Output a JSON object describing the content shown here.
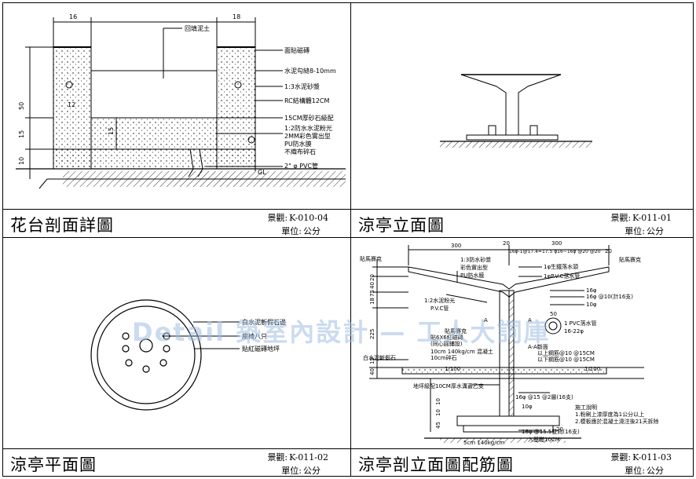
{
  "panels": [
    {
      "title": "花台剖面詳圖",
      "code_label": "景觀:",
      "code": "K-010-04",
      "unit_label": "單位:",
      "unit": "公分",
      "labels": {
        "top_left_dim": "16",
        "top_right_dim": "18",
        "soil": "回填泥土",
        "tile": "面貼磁磚",
        "cement_joint": "水泥勾縫8-10mm",
        "mortar": "1:3水泥砂漿",
        "rc": "RC結構體12CM",
        "gravel": "15CM厚砂石級配",
        "waterproof_1": "1:2防水水泥粉光",
        "waterproof_2": "2MM彩色實出型",
        "waterproof_3": "PU防水膜",
        "waterproof_4": "不織布碎石",
        "pvc": "2\" φ PVC管",
        "gl": "GL",
        "dim_50": "50",
        "dim_15a": "15",
        "dim_10": "10",
        "dim_12": "12",
        "dim_15b": "15"
      }
    },
    {
      "title": "涼亭立面圖",
      "code_label": "景觀:",
      "code": "K-011-01",
      "unit_label": "單位:",
      "unit": "公分"
    },
    {
      "title": "涼亭平面圖",
      "code_label": "景觀:",
      "code": "K-011-02",
      "unit_label": "單位:",
      "unit": "公分",
      "labels": {
        "stone_edge": "白水泥斬假石邊",
        "seats": "座椅八只",
        "mosaic": "貼紅磁磚地坪"
      }
    },
    {
      "title": "涼亭剖立面圖配筋圖",
      "code_label": "景觀:",
      "code": "K-011-03",
      "unit_label": "單位:",
      "unit": "公分",
      "labels": {
        "top_300a": "300",
        "top_300b": "300",
        "top_chain": "16φ-1@17.4=17.5 φ16~16φ @20 @20",
        "dim_20a": "20",
        "dim_20b": "20",
        "tile_l": "貼馬賽克",
        "tile_r": "貼馬賽克",
        "wp1": "1:3防水砂漿",
        "wp2": "彩色實出型",
        "wp3": "PU防水膜",
        "drain": "1φ生鐵落水頭",
        "pvc_drain": "1φP.V.C落水管",
        "r16a": "16φ",
        "r16b": "16φ @10(計16支)",
        "r10": "10φ",
        "mortar": "1:2水泥粉光",
        "pvc_pipe": "P.V.C管",
        "tile_mid": "貼馬賽克",
        "r_ring": "貼6X6紅磁磚",
        "r_core": "(同心圓鋪設)",
        "conc": "10cm 140kg/cm 混凝土",
        "gravel": "10cm碎石",
        "white_stone": "白水泥斬假石",
        "scale_a": "1/100",
        "scale_b": "1/100",
        "aa": "A-A斷面",
        "pvc_drain2": "1 PVC落水管",
        "r1622": "16-22φ",
        "ring_50": "50",
        "below1": "以上鋼筋@10 @15CM",
        "below2": "以下鋼筋@10 @15CM",
        "base_note": "地坪級配10CM厚水溝蓋乙支",
        "r16_top": "16φ @15 @2層(16支)",
        "r10b": "10φ",
        "notes_title": "施工說明",
        "note1": "1.粉刷上漆厚度為1公分以上",
        "note2": "2.模板應於混凝土澆注後21天拆除",
        "r16_foot": "16φ @15.5雙向(16支)",
        "foot_gravel": "入基礎10CM",
        "foot_20": "20",
        "bottom": "5cm 140kg/cm",
        "dim_a": "A",
        "dim_a2": "A",
        "left_dims": [
          "20",
          "40",
          "75",
          "18",
          "225",
          "15",
          "40"
        ],
        "foot_dims": [
          "10",
          "10",
          "45"
        ]
      }
    }
  ],
  "watermark": "Detail 築室內設計 — 工人大詞庫"
}
